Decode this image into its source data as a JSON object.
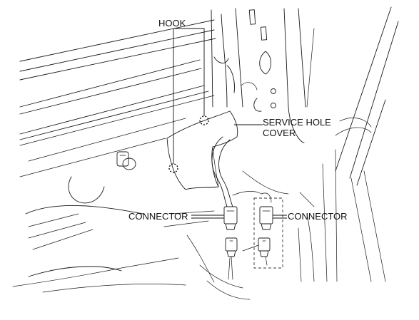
{
  "labels": {
    "hook": "HOOK",
    "service_cover_line1": "SERVICE HOLE",
    "service_cover_line2": "COVER",
    "connector_left": "CONNECTOR",
    "connector_right": "CONNECTOR"
  },
  "colors": {
    "background": "#ffffff",
    "ink": "#111111"
  }
}
